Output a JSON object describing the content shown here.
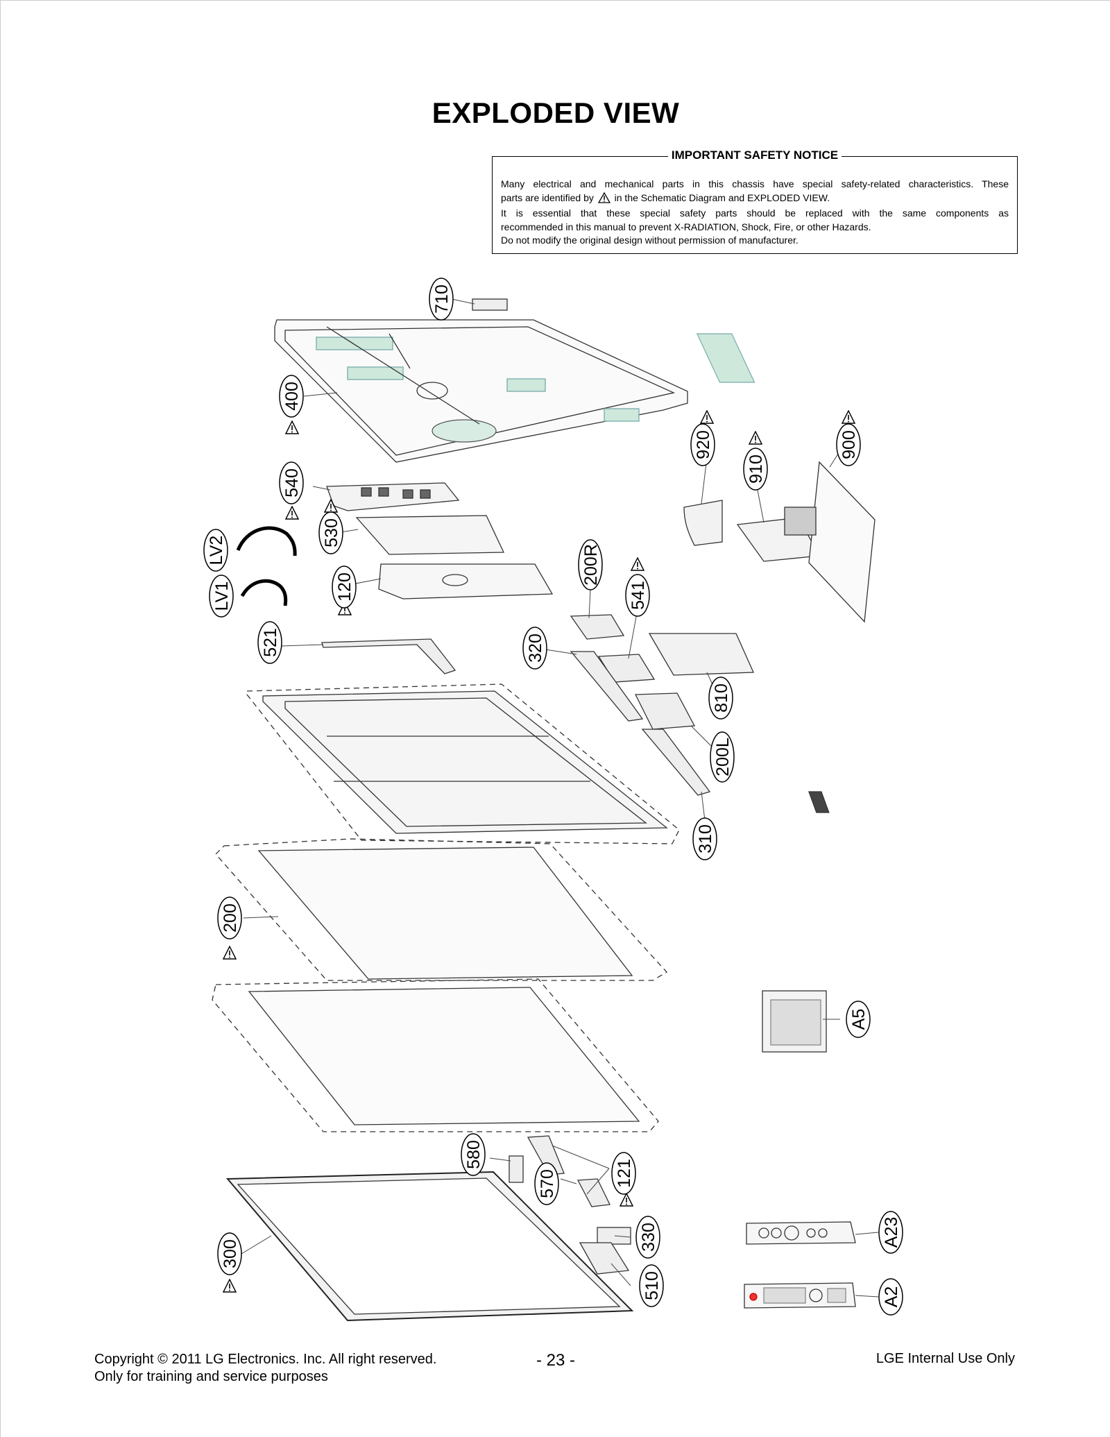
{
  "title": "EXPLODED VIEW",
  "notice": {
    "heading": "IMPORTANT SAFETY NOTICE",
    "line1": "Many electrical and mechanical parts in this chassis have special safety-related characteristics. These",
    "line2a": "parts are identified by",
    "line2b": "in the Schematic Diagram and EXPLODED VIEW.",
    "line3": "It is essential that these special safety parts should be replaced with the same components as",
    "line4": "recommended in this manual to prevent X-RADIATION, Shock, Fire, or other Hazards.",
    "line5": "Do not modify the original design without permission of manufacturer."
  },
  "callouts": {
    "c710": "710",
    "c400": "400",
    "c540": "540",
    "c530": "530",
    "cLV2": "LV2",
    "cLV1": "LV1",
    "c120": "120",
    "c521": "521",
    "c920": "920",
    "c910": "910",
    "c900": "900",
    "c200R": "200R",
    "c541": "541",
    "c320": "320",
    "c810": "810",
    "c200L": "200L",
    "c310": "310",
    "c200": "200",
    "cA5": "A5",
    "c580": "580",
    "c121": "121",
    "c570": "570",
    "c330": "330",
    "c510": "510",
    "c300": "300",
    "cA23": "A23",
    "cA2": "A2"
  },
  "footer": {
    "copyright": "Copyright  © 2011  LG Electronics. Inc. All right reserved.",
    "purpose": "Only for training and service purposes",
    "page_number": "- 23 -",
    "internal": "LGE Internal Use Only"
  }
}
